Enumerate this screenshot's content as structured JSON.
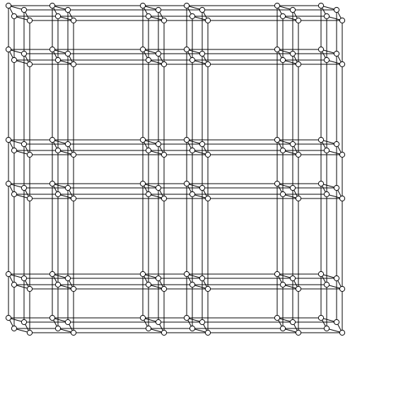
{
  "graph": {
    "type": "grid_product_graph",
    "description_levels": [
      "block",
      "cube",
      "point"
    ],
    "dimensions": {
      "blocks_per_axis": 3,
      "cubes_per_block_axis": 2,
      "points_per_cube_axis": 2
    },
    "colors": {
      "edge": "#000000",
      "node_fill": "#ffffff",
      "node_stroke": "#000000",
      "background": "#ffffff"
    }
  }
}
